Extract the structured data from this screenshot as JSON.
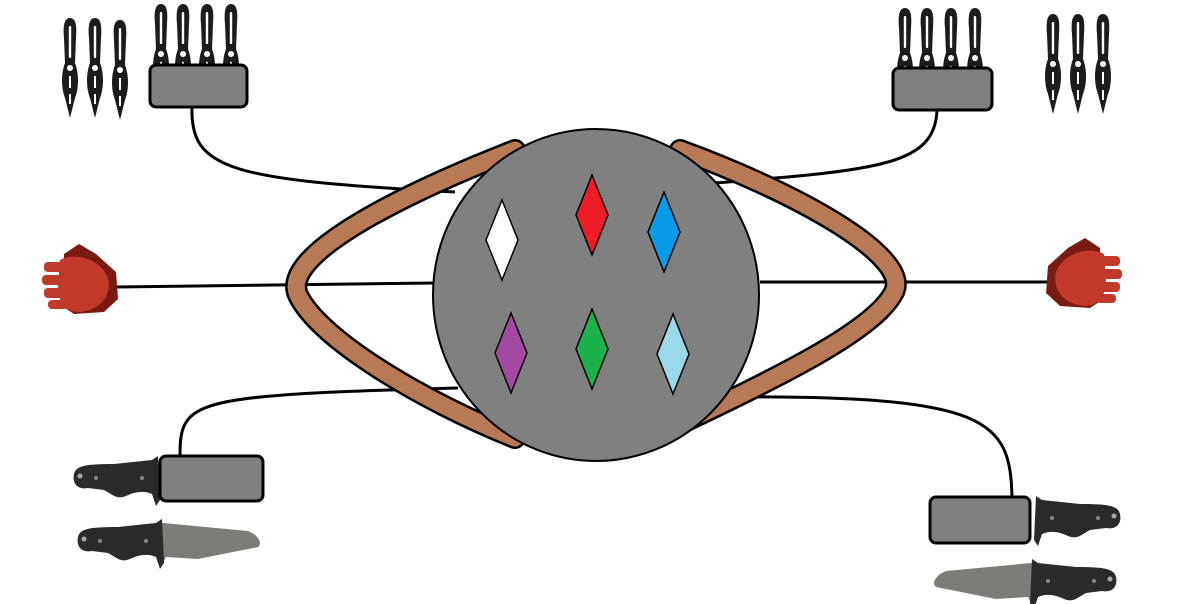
{
  "diagram": {
    "colors": {
      "core": "#808080",
      "band": "#b87a56",
      "box": "#808080",
      "outline": "#000000",
      "glove": "#c0392b",
      "glove_dark": "#7b1a12"
    },
    "gems": [
      {
        "name": "white",
        "color": "#ffffff"
      },
      {
        "name": "red",
        "color": "#ee1c24"
      },
      {
        "name": "blue",
        "color": "#0a9be8"
      },
      {
        "name": "purple",
        "color": "#a349a4"
      },
      {
        "name": "green",
        "color": "#1bb24b"
      },
      {
        "name": "light-blue",
        "color": "#99d9ea"
      }
    ],
    "icons": [
      "throwing-knife-icon",
      "combat-knife-icon",
      "fingerless-glove-icon"
    ]
  }
}
